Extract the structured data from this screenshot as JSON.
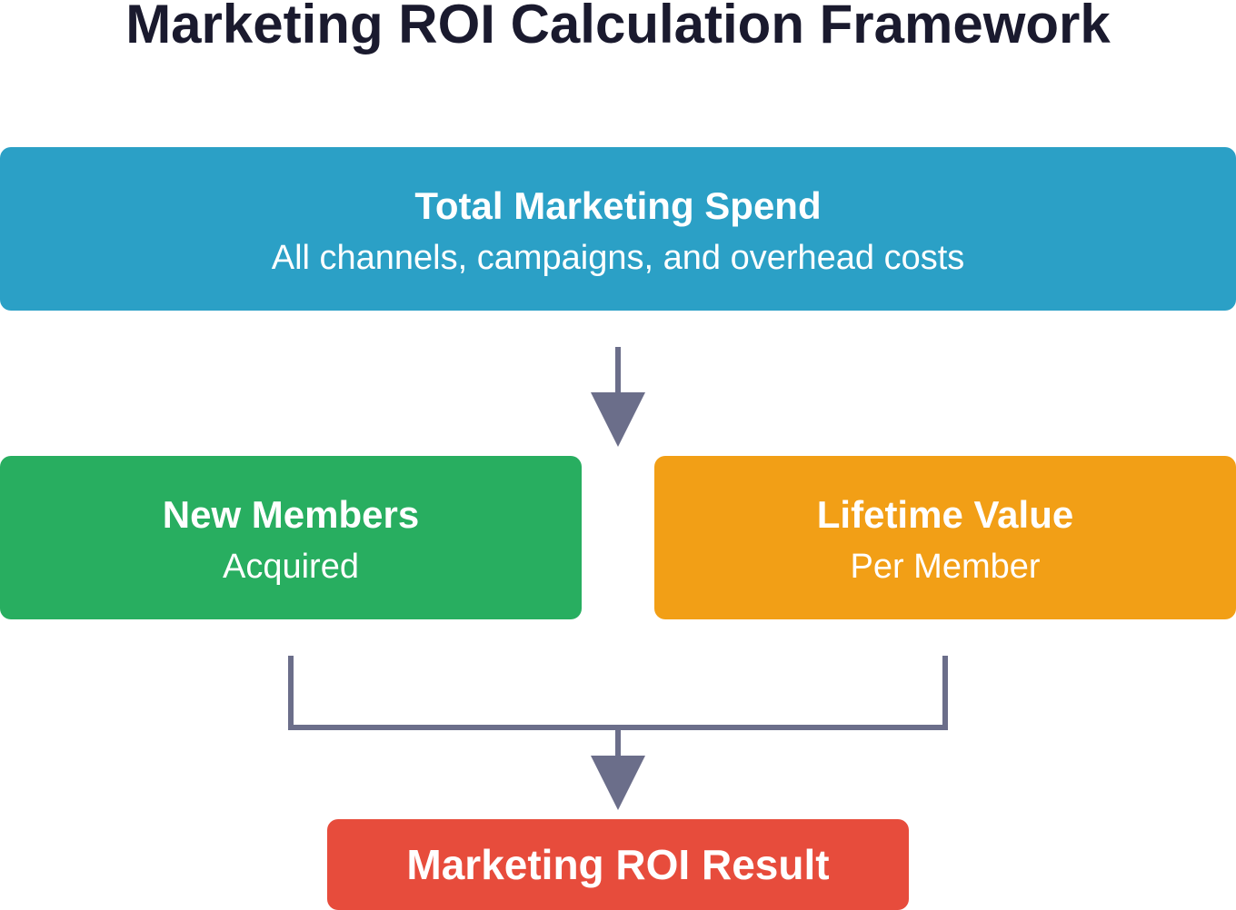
{
  "title": "Marketing ROI Calculation Framework",
  "colors": {
    "spend": "#2ba0c6",
    "members": "#28ae60",
    "ltv": "#f29f16",
    "result": "#e74c3c",
    "connector": "#6b6e8a"
  },
  "nodes": {
    "spend": {
      "title": "Total Marketing Spend",
      "subtitle": "All channels, campaigns, and overhead costs"
    },
    "members": {
      "title": "New Members",
      "subtitle": "Acquired"
    },
    "ltv": {
      "title": "Lifetime Value",
      "subtitle": "Per Member"
    },
    "result": {
      "title": "Marketing ROI Result"
    }
  }
}
